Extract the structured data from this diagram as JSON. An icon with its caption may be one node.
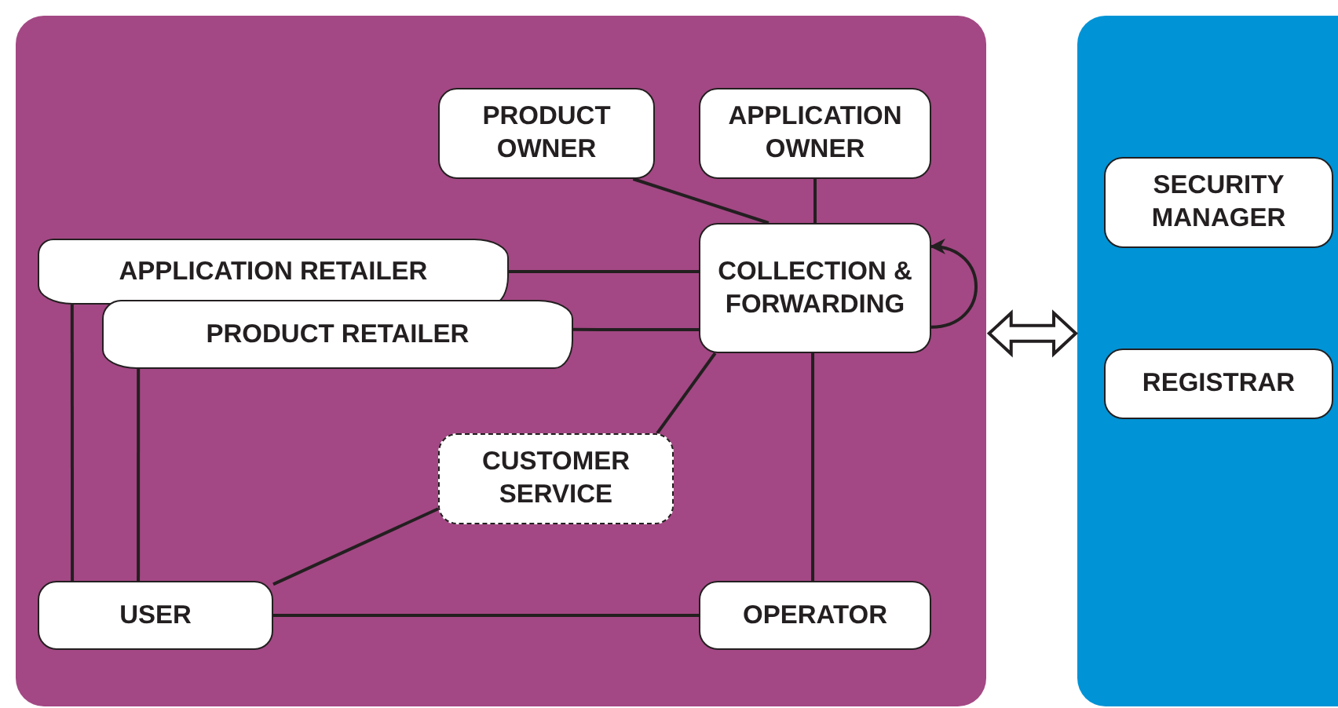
{
  "diagram": {
    "nodes": [
      {
        "text": [],
        "shape": "box"
      },
      {
        "text": [],
        "shape": "box"
      },
      {
        "text": [
          "PRODUCT OWNER"
        ],
        "in": 0
      },
      {
        "text": [
          "APPLICATION OWNER"
        ],
        "in": 0
      },
      {
        "text": [
          "APPLICATION RETAILER"
        ],
        "in": 0
      },
      {
        "text": [
          "PRODUCT RETAILER"
        ],
        "in": 0
      },
      {
        "text": [
          "COLLECTION & FORWARDING"
        ],
        "in": 0
      },
      {
        "text": [
          "CUSTOMER SERVICE"
        ],
        "in": 0
      },
      {
        "text": [
          "USER"
        ],
        "in": 0
      },
      {
        "text": [
          "OPERATOR"
        ],
        "in": 0
      },
      {
        "text": [
          "SECURITY MANAGER"
        ],
        "in": 1
      },
      {
        "text": [
          "REGISTRAR"
        ],
        "in": 1
      }
    ],
    "edges": [
      {
        "from": 2,
        "to": 6,
        "arrow": "none"
      },
      {
        "from": 3,
        "to": 6,
        "arrow": "none"
      },
      {
        "from": 4,
        "to": 6,
        "arrow": "none"
      },
      {
        "from": 5,
        "to": 6,
        "arrow": "none"
      },
      {
        "from": 7,
        "to": 6,
        "arrow": "none"
      },
      {
        "from": 6,
        "to": 9,
        "arrow": "none"
      },
      {
        "from": 7,
        "to": 8,
        "arrow": "none"
      },
      {
        "from": 8,
        "to": 9,
        "arrow": "none"
      },
      {
        "from": 4,
        "to": 8,
        "arrow": "none"
      },
      {
        "from": 5,
        "to": 8,
        "arrow": "none"
      },
      {
        "from": 6,
        "to": 6,
        "arrow": "to"
      },
      {
        "from": 0,
        "to": 1,
        "arrow": "both",
        "style": "thick"
      }
    ]
  }
}
